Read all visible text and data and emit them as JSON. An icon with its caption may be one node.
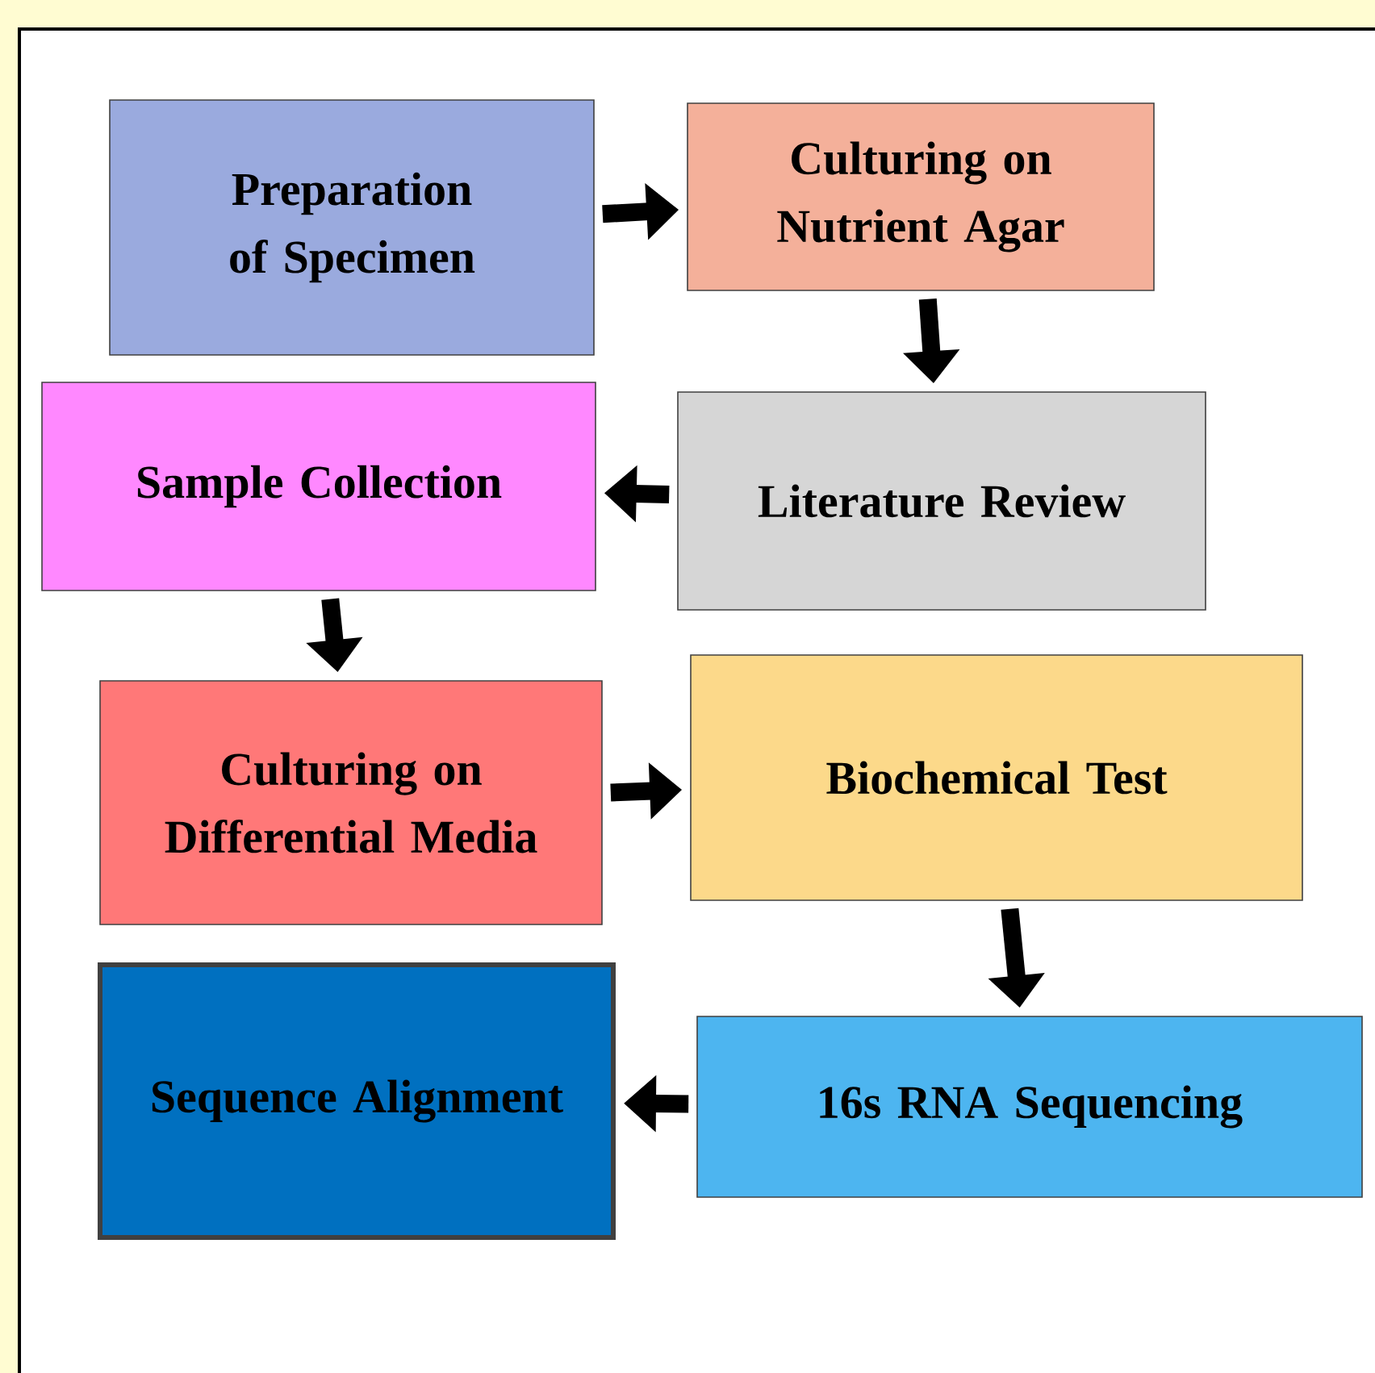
{
  "diagram": {
    "nodes": [
      {
        "text": [
          "Preparation of Specimen"
        ]
      },
      {
        "text": [
          "Culturing on Nutrient Agar"
        ]
      },
      {
        "text": [
          "Literature Review"
        ]
      },
      {
        "text": [
          "Sample Collection"
        ]
      },
      {
        "text": [
          "Culturing on Differential Media"
        ]
      },
      {
        "text": [
          "Biochemical Test"
        ]
      },
      {
        "text": [
          "16s RNA Sequencing"
        ]
      },
      {
        "text": [
          "Sequence Alignment"
        ]
      }
    ],
    "edges": [
      {
        "from": 0,
        "to": 1,
        "arrow": "to"
      },
      {
        "from": 1,
        "to": 2,
        "arrow": "to"
      },
      {
        "from": 2,
        "to": 3,
        "arrow": "to"
      },
      {
        "from": 3,
        "to": 4,
        "arrow": "to"
      },
      {
        "from": 4,
        "to": 5,
        "arrow": "to"
      },
      {
        "from": 5,
        "to": 6,
        "arrow": "to"
      },
      {
        "from": 6,
        "to": 7,
        "arrow": "to"
      }
    ]
  }
}
